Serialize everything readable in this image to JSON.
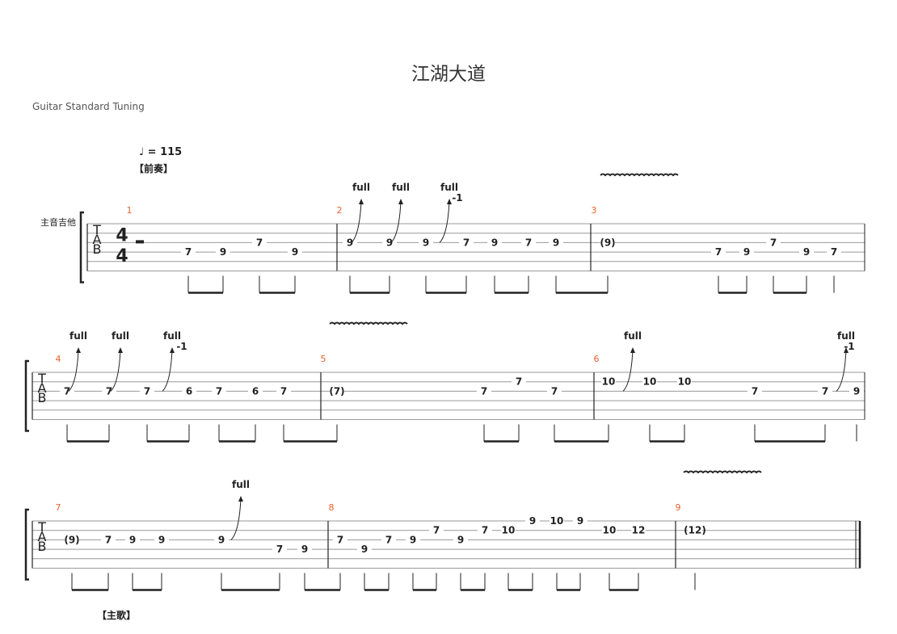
{
  "title": "江湖大道",
  "tuning": "Guitar Standard Tuning",
  "tempo": "= 115",
  "instrument": "主音吉他",
  "sections": [
    "【前奏】",
    "【主歌】"
  ],
  "bend_label": "full",
  "release_label": "-1",
  "tab_letters": [
    "T",
    "A",
    "B"
  ],
  "time_signature": [
    "4",
    "4"
  ],
  "measure_numbers": [
    "1",
    "2",
    "3",
    "4",
    "5",
    "6",
    "7",
    "8",
    "9"
  ],
  "colors": {
    "measure_number": "#e8622a",
    "staff_line": "#999999",
    "ink": "#222222"
  },
  "systems": [
    {
      "measures": [
        "1",
        "2",
        "3"
      ],
      "notes": [
        {
          "fret": "7",
          "string": 3
        },
        {
          "fret": "9",
          "string": 3
        },
        {
          "fret": "7",
          "string": 2
        },
        {
          "fret": "9",
          "string": 3
        },
        {
          "fret": "9",
          "string": 2
        },
        {
          "fret": "9",
          "string": 2
        },
        {
          "fret": "9",
          "string": 2
        },
        {
          "fret": "7",
          "string": 2
        },
        {
          "fret": "9",
          "string": 2
        },
        {
          "fret": "7",
          "string": 2
        },
        {
          "fret": "9",
          "string": 2
        },
        {
          "fret": "(9)",
          "string": 2
        },
        {
          "fret": "7",
          "string": 3
        },
        {
          "fret": "9",
          "string": 3
        },
        {
          "fret": "7",
          "string": 2
        },
        {
          "fret": "9",
          "string": 3
        },
        {
          "fret": "7",
          "string": 3
        }
      ]
    },
    {
      "measures": [
        "4",
        "5",
        "6"
      ],
      "notes": [
        {
          "fret": "7",
          "string": 2
        },
        {
          "fret": "7",
          "string": 2
        },
        {
          "fret": "7",
          "string": 2
        },
        {
          "fret": "6",
          "string": 2
        },
        {
          "fret": "7",
          "string": 2
        },
        {
          "fret": "6",
          "string": 2
        },
        {
          "fret": "7",
          "string": 2
        },
        {
          "fret": "(7)",
          "string": 2
        },
        {
          "fret": "7",
          "string": 2
        },
        {
          "fret": "7",
          "string": 1
        },
        {
          "fret": "7",
          "string": 2
        },
        {
          "fret": "10",
          "string": 1
        },
        {
          "fret": "10",
          "string": 1
        },
        {
          "fret": "10",
          "string": 1
        },
        {
          "fret": "7",
          "string": 2
        },
        {
          "fret": "7",
          "string": 2
        },
        {
          "fret": "9",
          "string": 2
        }
      ]
    },
    {
      "measures": [
        "7",
        "8",
        "9"
      ],
      "notes": [
        {
          "fret": "(9)",
          "string": 2
        },
        {
          "fret": "7",
          "string": 2
        },
        {
          "fret": "9",
          "string": 2
        },
        {
          "fret": "9",
          "string": 2
        },
        {
          "fret": "9",
          "string": 2
        },
        {
          "fret": "7",
          "string": 3
        },
        {
          "fret": "9",
          "string": 3
        },
        {
          "fret": "7",
          "string": 2
        },
        {
          "fret": "9",
          "string": 3
        },
        {
          "fret": "7",
          "string": 2
        },
        {
          "fret": "9",
          "string": 2
        },
        {
          "fret": "7",
          "string": 1
        },
        {
          "fret": "9",
          "string": 2
        },
        {
          "fret": "7",
          "string": 1
        },
        {
          "fret": "10",
          "string": 1
        },
        {
          "fret": "9",
          "string": 0
        },
        {
          "fret": "10",
          "string": 0
        },
        {
          "fret": "9",
          "string": 0
        },
        {
          "fret": "10",
          "string": 1
        },
        {
          "fret": "12",
          "string": 1
        },
        {
          "fret": "(12)",
          "string": 1
        }
      ]
    }
  ]
}
